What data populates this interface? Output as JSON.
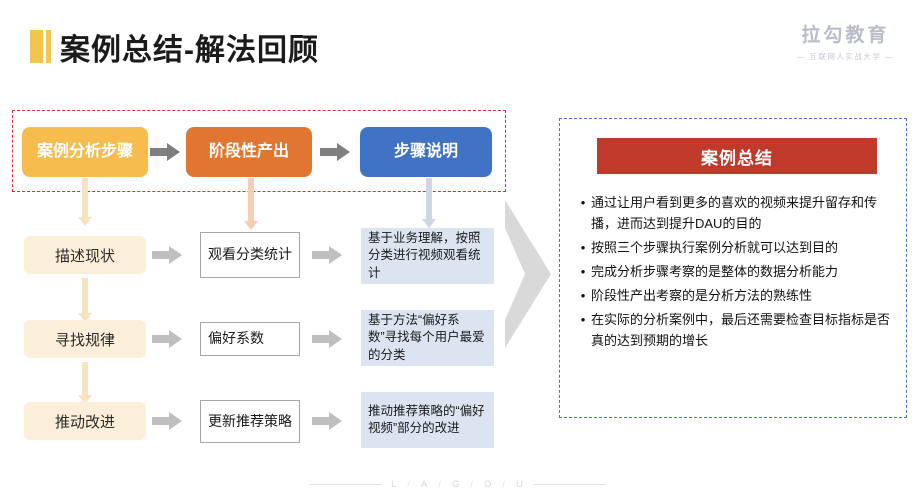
{
  "header": {
    "title": "案例总结-解法回顾",
    "brand_name": "拉勾教育",
    "brand_sub": "— 互联网人实战大学 —"
  },
  "flow": {
    "column_headers": [
      {
        "label": "案例分析步骤",
        "color": "#f6bd4e"
      },
      {
        "label": "阶段性产出",
        "color": "#e0762f"
      },
      {
        "label": "步骤说明",
        "color": "#4173c4"
      }
    ],
    "rows": [
      {
        "step": "描述现状",
        "output": "观看分类统计",
        "description": "基于业务理解，按照分类进行视频观看统计"
      },
      {
        "step": "寻找规律",
        "output": "偏好系数",
        "description": "基于方法“偏好系数”寻找每个用户最爱的分类"
      },
      {
        "step": "推动改进",
        "output": "更新推荐策略",
        "description": "推动推荐策略的“偏好视频”部分的改进"
      }
    ]
  },
  "summary": {
    "heading": "案例总结",
    "heading_color": "#c0392b",
    "border_color": "#4a6fc4",
    "bullet_marker": "•",
    "bullets": [
      "通过让用户看到更多的喜欢的视频来提升留存和传播，进而达到提升DAU的目的",
      "按照三个步骤执行案例分析就可以达到目的",
      "完成分析步骤考察的是整体的数据分析能力",
      "阶段性产出考察的是分析方法的熟练性",
      "在实际的分析案例中，最后还需要检查目标指标是否真的达到预期的增长"
    ]
  },
  "footer": {
    "letters": [
      "L",
      "A",
      "G",
      "O",
      "U"
    ],
    "separator": "/"
  }
}
